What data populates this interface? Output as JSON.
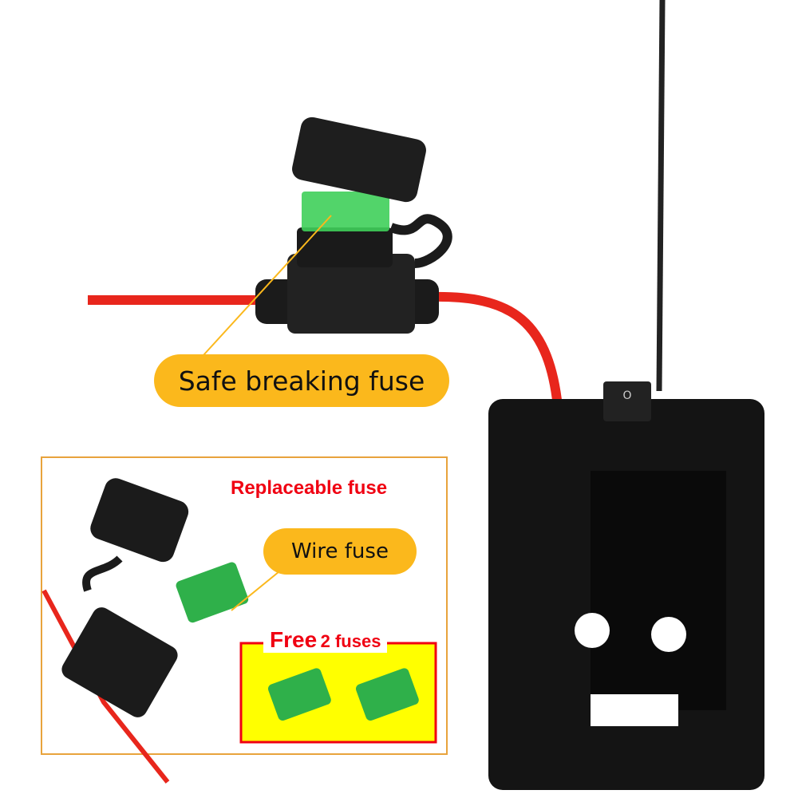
{
  "labels": {
    "safe_breaking_fuse": "Safe breaking fuse",
    "replaceable_fuse": "Replaceable fuse",
    "wire_fuse": "Wire fuse",
    "free_word": "Free",
    "free_rest": "2 fuses"
  },
  "colors": {
    "callout": "#fbb81c",
    "accent_red": "#f00012",
    "wire": "#e8261c",
    "fuse_green": "#2fb04a",
    "highlight_yellow": "#ffff00"
  }
}
